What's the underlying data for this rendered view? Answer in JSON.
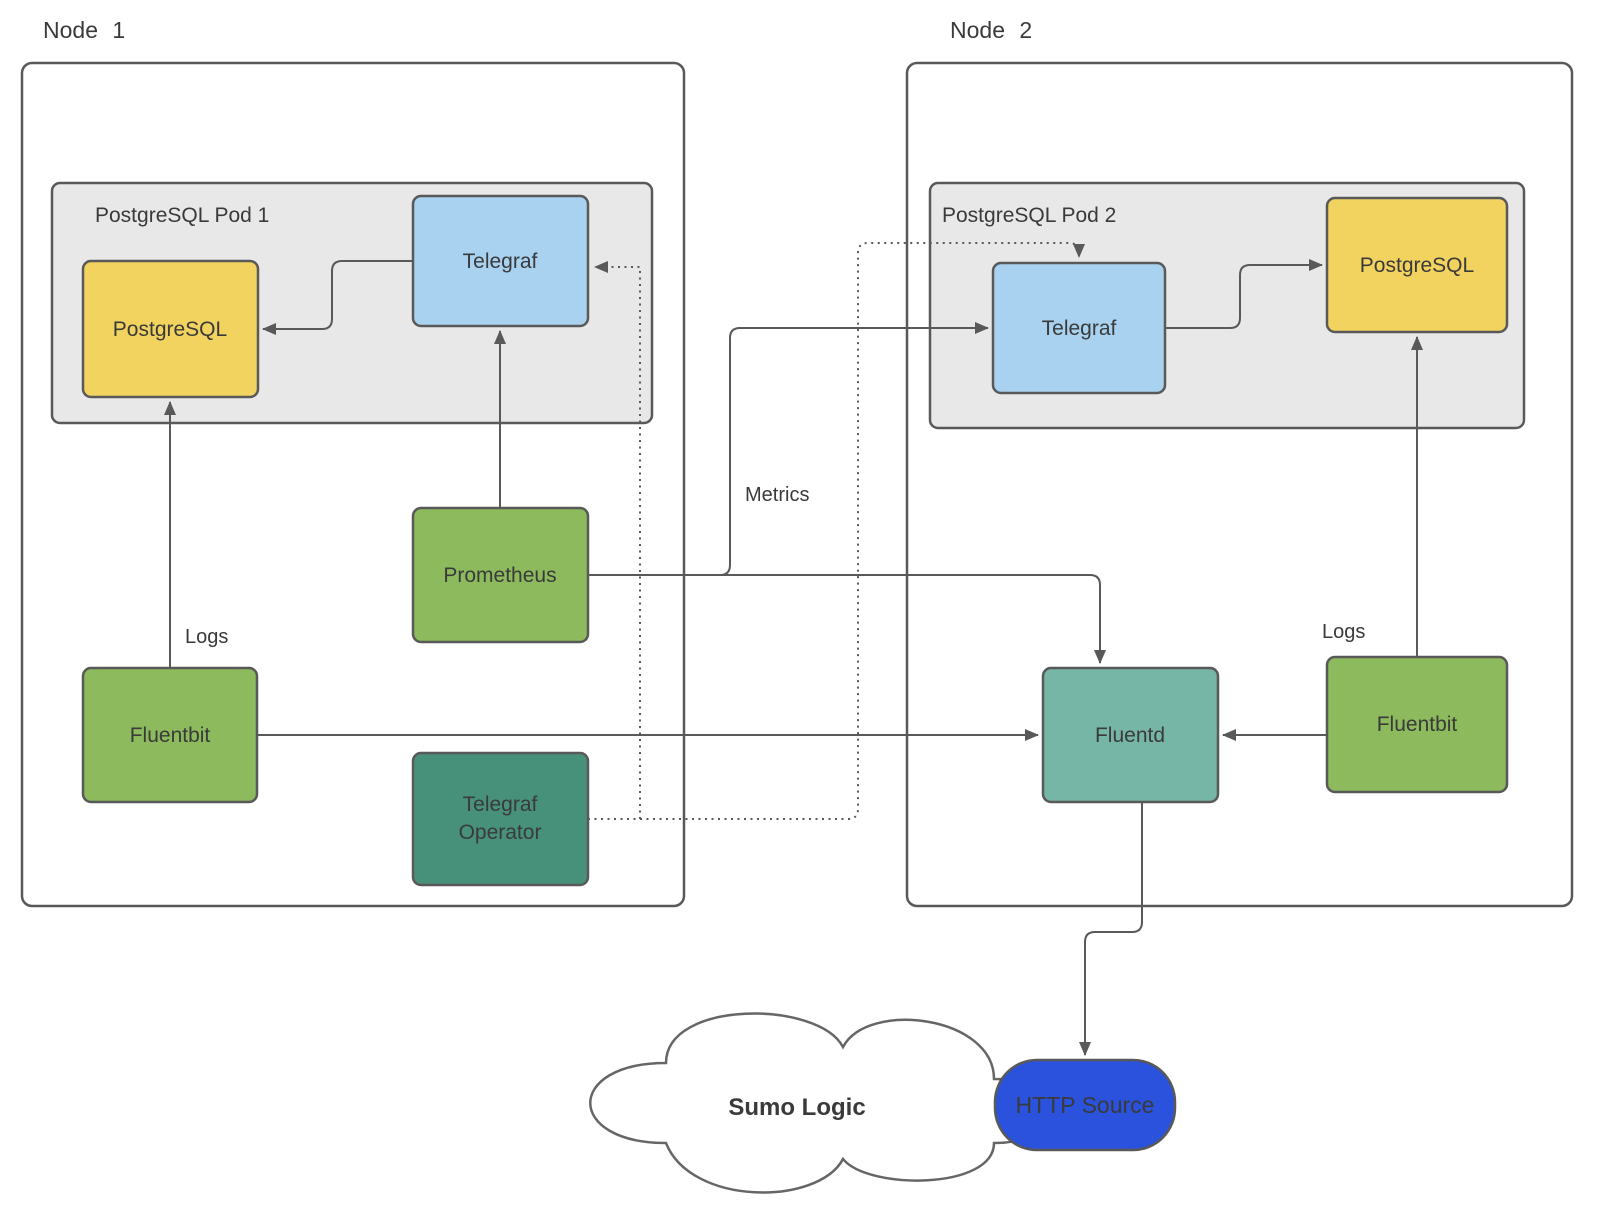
{
  "node1": {
    "label": "Node 1",
    "pod1": {
      "label": "PostgreSQL Pod 1",
      "fill": "#e8e8e8",
      "postgresql": {
        "label": "PostgreSQL",
        "fill": "#f2d35f"
      },
      "telegraf": {
        "label": "Telegraf",
        "fill": "#a8d2f0"
      }
    },
    "prometheus": {
      "label": "Prometheus",
      "fill": "#8cba5c"
    },
    "fluentbit": {
      "label": "Fluentbit",
      "fill": "#8cba5c"
    },
    "telegraf_operator": {
      "label": "Telegraf Operator",
      "line1": "Telegraf",
      "line2": "Operator",
      "fill": "#47917b"
    }
  },
  "node2": {
    "label": "Node 2",
    "pod2": {
      "label": "PostgreSQL Pod 2",
      "fill": "#e8e8e8",
      "telegraf": {
        "label": "Telegraf",
        "fill": "#a8d2f0"
      },
      "postgresql": {
        "label": "PostgreSQL",
        "fill": "#f2d35f"
      }
    },
    "fluentd": {
      "label": "Fluentd",
      "fill": "#76b6a6"
    },
    "fluentbit": {
      "label": "Fluentbit",
      "fill": "#8cba5c"
    }
  },
  "cloud": {
    "label": "Sumo Logic",
    "label_color": "#1a75b8"
  },
  "http_source": {
    "label": "HTTP Source",
    "fill": "#2a52dd",
    "text_color": "#ffffff"
  },
  "edges": [
    {
      "from": "telegraf-1",
      "to": "postgresql-1",
      "style": "solid"
    },
    {
      "from": "prometheus",
      "to": "telegraf-1",
      "style": "solid"
    },
    {
      "from": "fluentbit-1",
      "to": "postgresql-1",
      "style": "solid",
      "label": "Logs"
    },
    {
      "from": "fluentbit-1",
      "to": "fluentd",
      "style": "solid"
    },
    {
      "from": "prometheus",
      "to": "fluentd",
      "style": "solid"
    },
    {
      "from": "prometheus",
      "to": "telegraf-2",
      "style": "solid",
      "label": "Metrics"
    },
    {
      "from": "telegraf-2",
      "to": "postgresql-2",
      "style": "solid"
    },
    {
      "from": "fluentbit-2",
      "to": "postgresql-2",
      "style": "solid",
      "label": "Logs"
    },
    {
      "from": "fluentbit-2",
      "to": "fluentd",
      "style": "solid"
    },
    {
      "from": "fluentd",
      "to": "http-source",
      "style": "solid"
    },
    {
      "from": "telegraf-operator",
      "to": "telegraf-1",
      "style": "dotted"
    },
    {
      "from": "telegraf-operator",
      "to": "telegraf-2",
      "style": "dotted"
    }
  ],
  "colors": {
    "border": "#595959",
    "connector": "#595959",
    "pod_fill": "#e8e8e8",
    "node_fill": "#ffffff",
    "background": "#ffffff"
  }
}
